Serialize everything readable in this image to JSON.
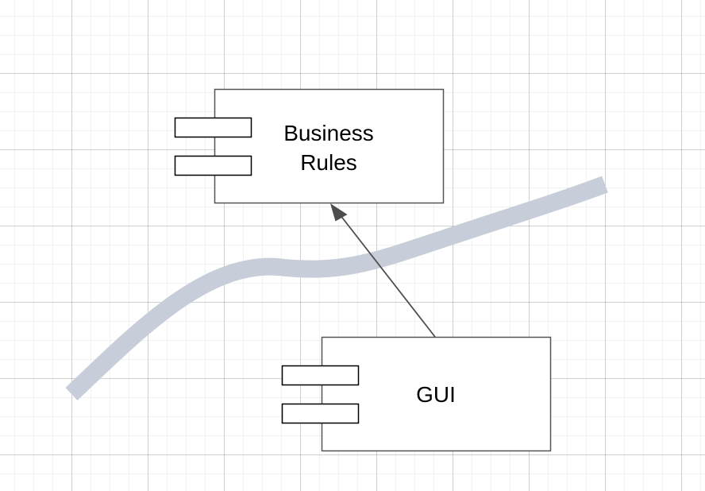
{
  "diagram": {
    "components": [
      {
        "id": "business-rules",
        "label": "Business\nRules"
      },
      {
        "id": "gui",
        "label": "GUI"
      }
    ],
    "dependency": {
      "from": "gui",
      "to": "business-rules"
    },
    "colors": {
      "boundary_curve": "#c8ced9",
      "component_stroke": "#555555",
      "arrow": "#4d4d4d",
      "component_fill": "#ffffff"
    }
  }
}
